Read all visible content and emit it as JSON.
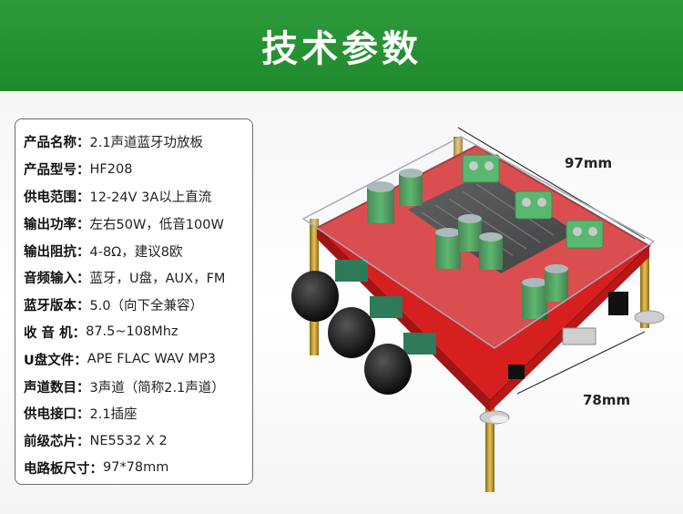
{
  "header": {
    "title": "技术参数"
  },
  "specs": [
    {
      "key": "产品名称：",
      "value": "2.1声道蓝牙功放板"
    },
    {
      "key": "产品型号：",
      "value": "HF208"
    },
    {
      "key": "供电范围：",
      "value": "12-24V 3A以上直流"
    },
    {
      "key": "输出功率：",
      "value": "左右50W，低音100W"
    },
    {
      "key": "输出阻抗：",
      "value": "4-8Ω，建议8欧"
    },
    {
      "key": "音频输入：",
      "value": "蓝牙，U盘，AUX，FM"
    },
    {
      "key": "蓝牙版本：",
      "value": "5.0（向下全兼容）"
    },
    {
      "key": "收 音 机：",
      "value": "87.5~108Mhz"
    },
    {
      "key": "U盘文件：",
      "value": "APE FLAC WAV MP3"
    },
    {
      "key": "声道数目：",
      "value": "3声道（简称2.1声道）"
    },
    {
      "key": "供电接口：",
      "value": "2.1插座"
    },
    {
      "key": "前级芯片：",
      "value": "NE5532 X 2"
    },
    {
      "key": "电路板尺寸：",
      "value": "97*78mm"
    }
  ],
  "dimensions": {
    "width_label": "97mm",
    "depth_label": "78mm"
  },
  "colors": {
    "banner": "#1e8a2c",
    "board": "#d62020",
    "terminal": "#2faa4a"
  }
}
